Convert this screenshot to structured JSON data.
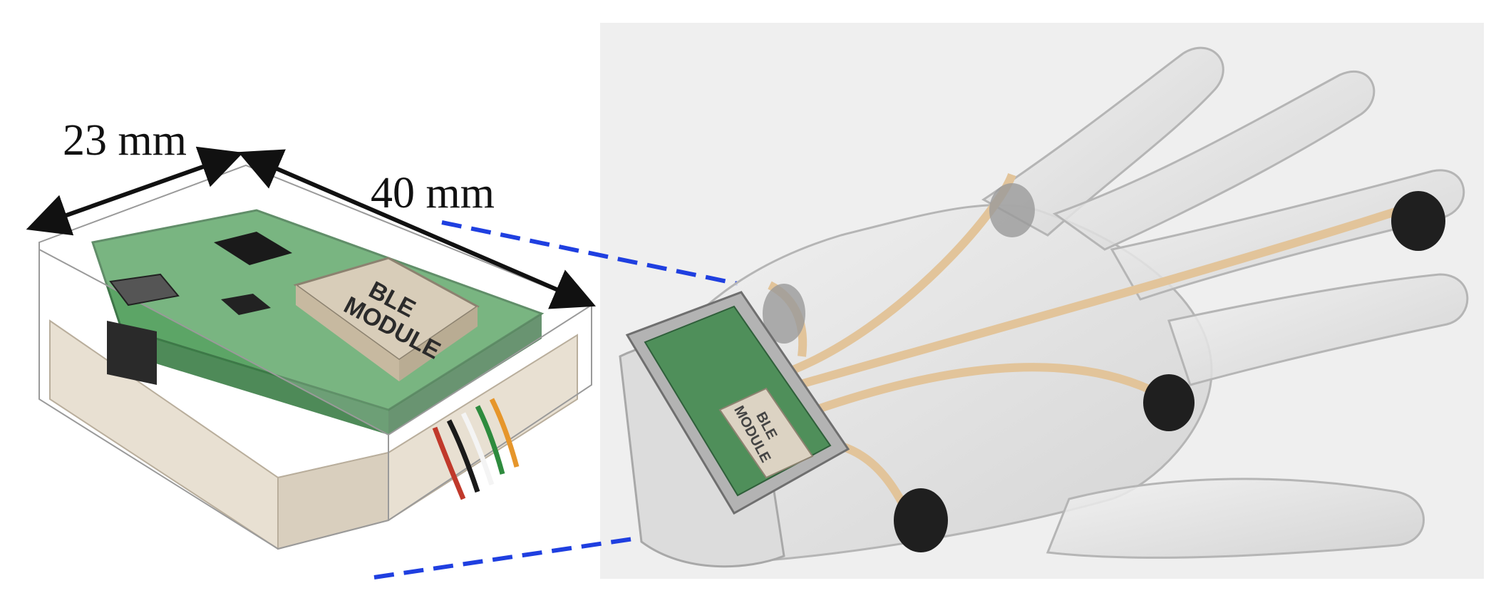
{
  "dimensions": {
    "width_label": "23 mm",
    "length_label": "40 mm"
  },
  "module_chip": {
    "line1": "BLE",
    "line2": "MODULE"
  },
  "colors": {
    "connector_line": "#1f3fe0",
    "pcb_green": "#4f9e5a",
    "enclosure_base": "#e8e0d2",
    "sensor_strip": "#e2c49a",
    "glove": "#d9d9d9",
    "background_panel": "#efefef"
  }
}
